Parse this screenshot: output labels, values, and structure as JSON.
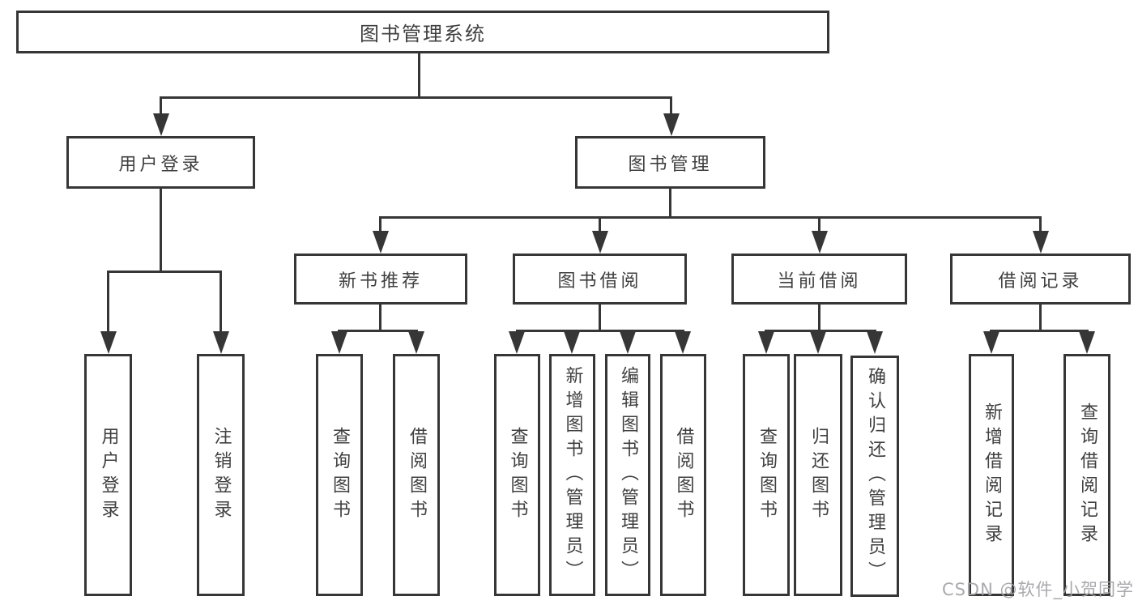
{
  "tree": {
    "root": "图书管理系统",
    "branches": {
      "userLogin": {
        "label": "用户登录",
        "children": [
          "用户登录",
          "注销登录"
        ]
      },
      "bookManagement": {
        "label": "图书管理"
      }
    },
    "modules": [
      {
        "label": "新书推荐",
        "children": [
          "查询图书",
          "借阅图书"
        ]
      },
      {
        "label": "图书借阅",
        "children": [
          "查询图书",
          "新增图书（管理员）",
          "编辑图书（管理员）",
          "借阅图书"
        ]
      },
      {
        "label": "当前借阅",
        "children": [
          "查询图书",
          "归还图书",
          "确认归还（管理员）"
        ]
      },
      {
        "label": "借阅记录",
        "children": [
          "新增借阅记录",
          "查询借阅记录"
        ]
      }
    ]
  },
  "watermark": "CSDN @软件_小贺同学",
  "colors": {
    "line": "#363636",
    "text": "#3f3f3f",
    "watermark": "#a5a5aa",
    "background": "#ffffff"
  }
}
